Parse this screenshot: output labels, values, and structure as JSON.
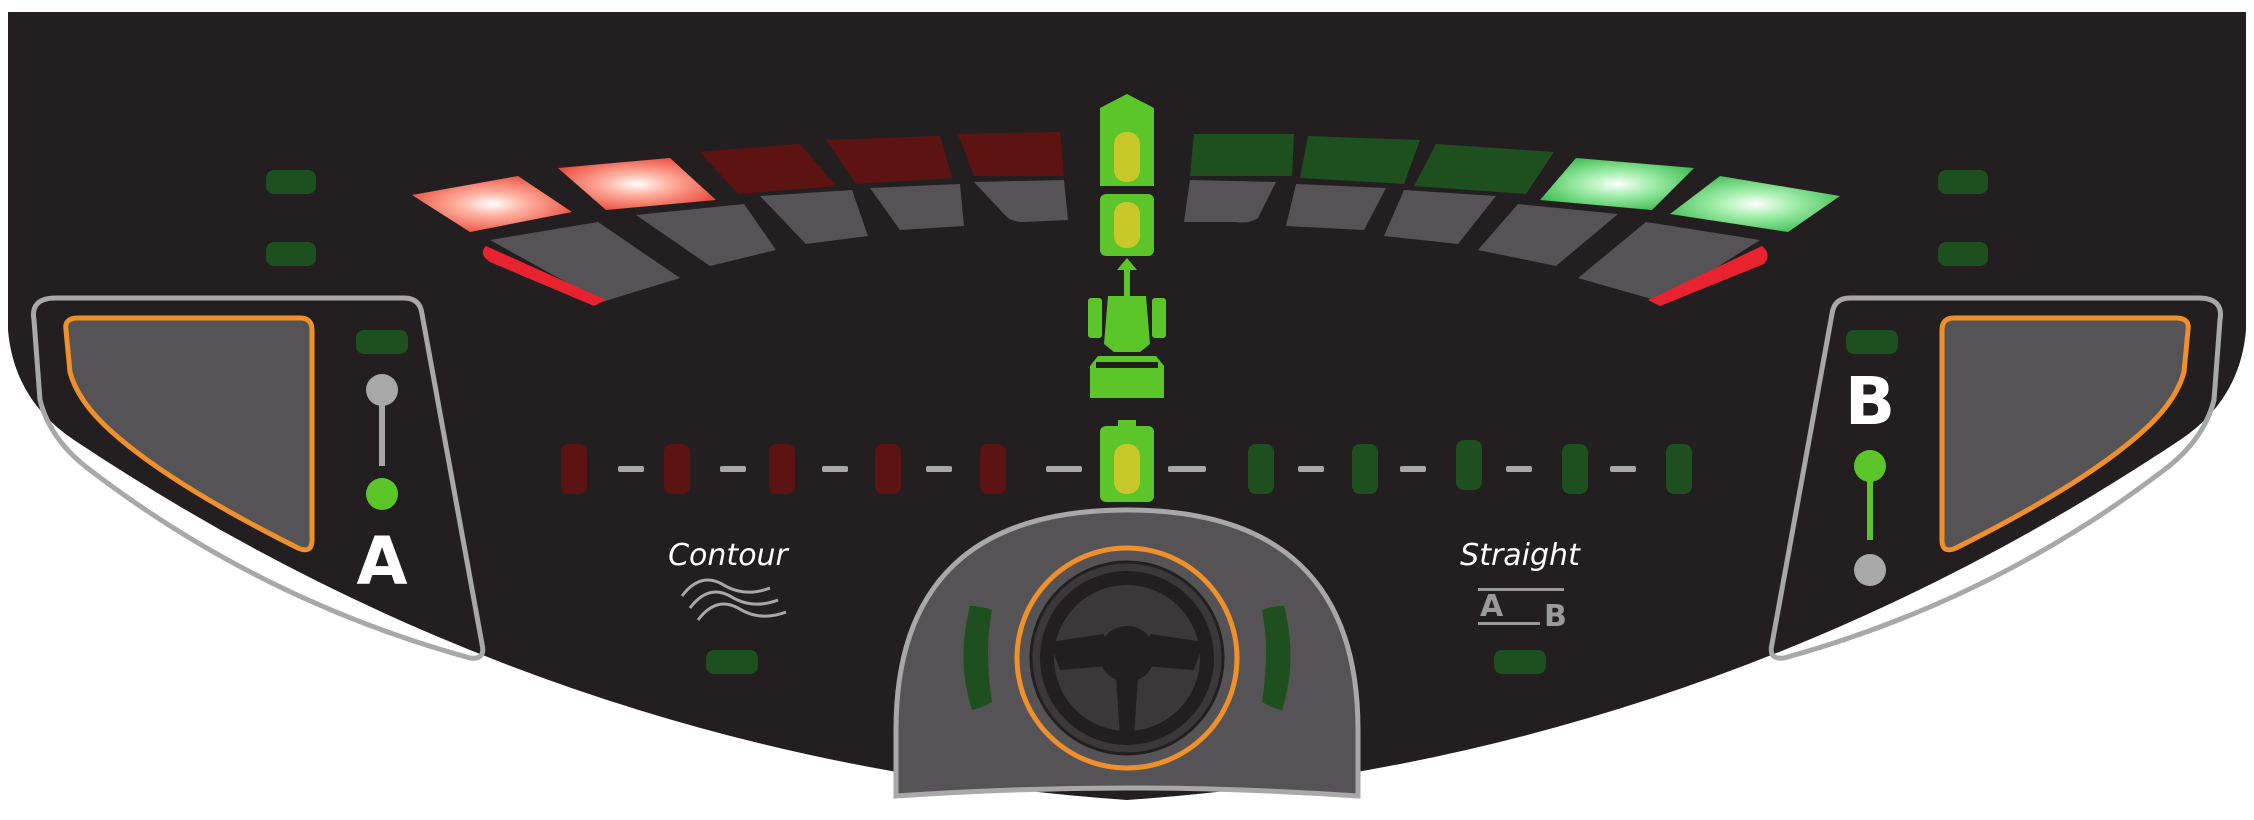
{
  "panel": {
    "name": "Steering guidance lightbar",
    "colors": {
      "background": "#231f20",
      "button_face": "#555355",
      "button_border": "#f0902a",
      "bezel": "#a8a8a8",
      "accent_green": "#5cc52a",
      "accent_yellow": "#c8c82a",
      "indicator_off_green": "#1e4f1e",
      "indicator_off_red": "#5e1313",
      "warning_red": "#e8232f",
      "status_grey": "#a8a8a8"
    }
  },
  "left_button": {
    "letter": "A",
    "icon": "a-point-set-icon",
    "indicator_top": "inactive-grey",
    "indicator_bottom": "active-green"
  },
  "right_button": {
    "letter": "B",
    "icon": "b-point-set-icon",
    "indicator_top": "active-green",
    "indicator_bottom": "inactive-grey"
  },
  "modes": {
    "contour": {
      "label": "Contour",
      "icon": "contour-lines-icon",
      "indicator": "off"
    },
    "straight": {
      "label": "Straight",
      "icon": "ab-line-icon",
      "icon_text_a": "A",
      "icon_text_b": "B",
      "indicator": "off"
    }
  },
  "steering": {
    "icon": "steering-wheel-icon",
    "engage_indicators": "off-green"
  },
  "vehicle": {
    "icon": "tractor-icon",
    "heading_icon": "arrow-up-icon",
    "on_line_segments_lit": 3
  },
  "arc": {
    "left_segments": [
      "lit-red",
      "lit-red",
      "off-red",
      "off-red",
      "off-red"
    ],
    "right_segments": [
      "off-green",
      "off-green",
      "off-green",
      "lit-green",
      "lit-green"
    ]
  },
  "offset_bar": {
    "left_leds": [
      "off-red",
      "off-red",
      "off-red",
      "off-red",
      "off-red"
    ],
    "center": "lit-green",
    "right_leds": [
      "off-green",
      "off-green",
      "off-green",
      "off-green",
      "off-green"
    ]
  }
}
